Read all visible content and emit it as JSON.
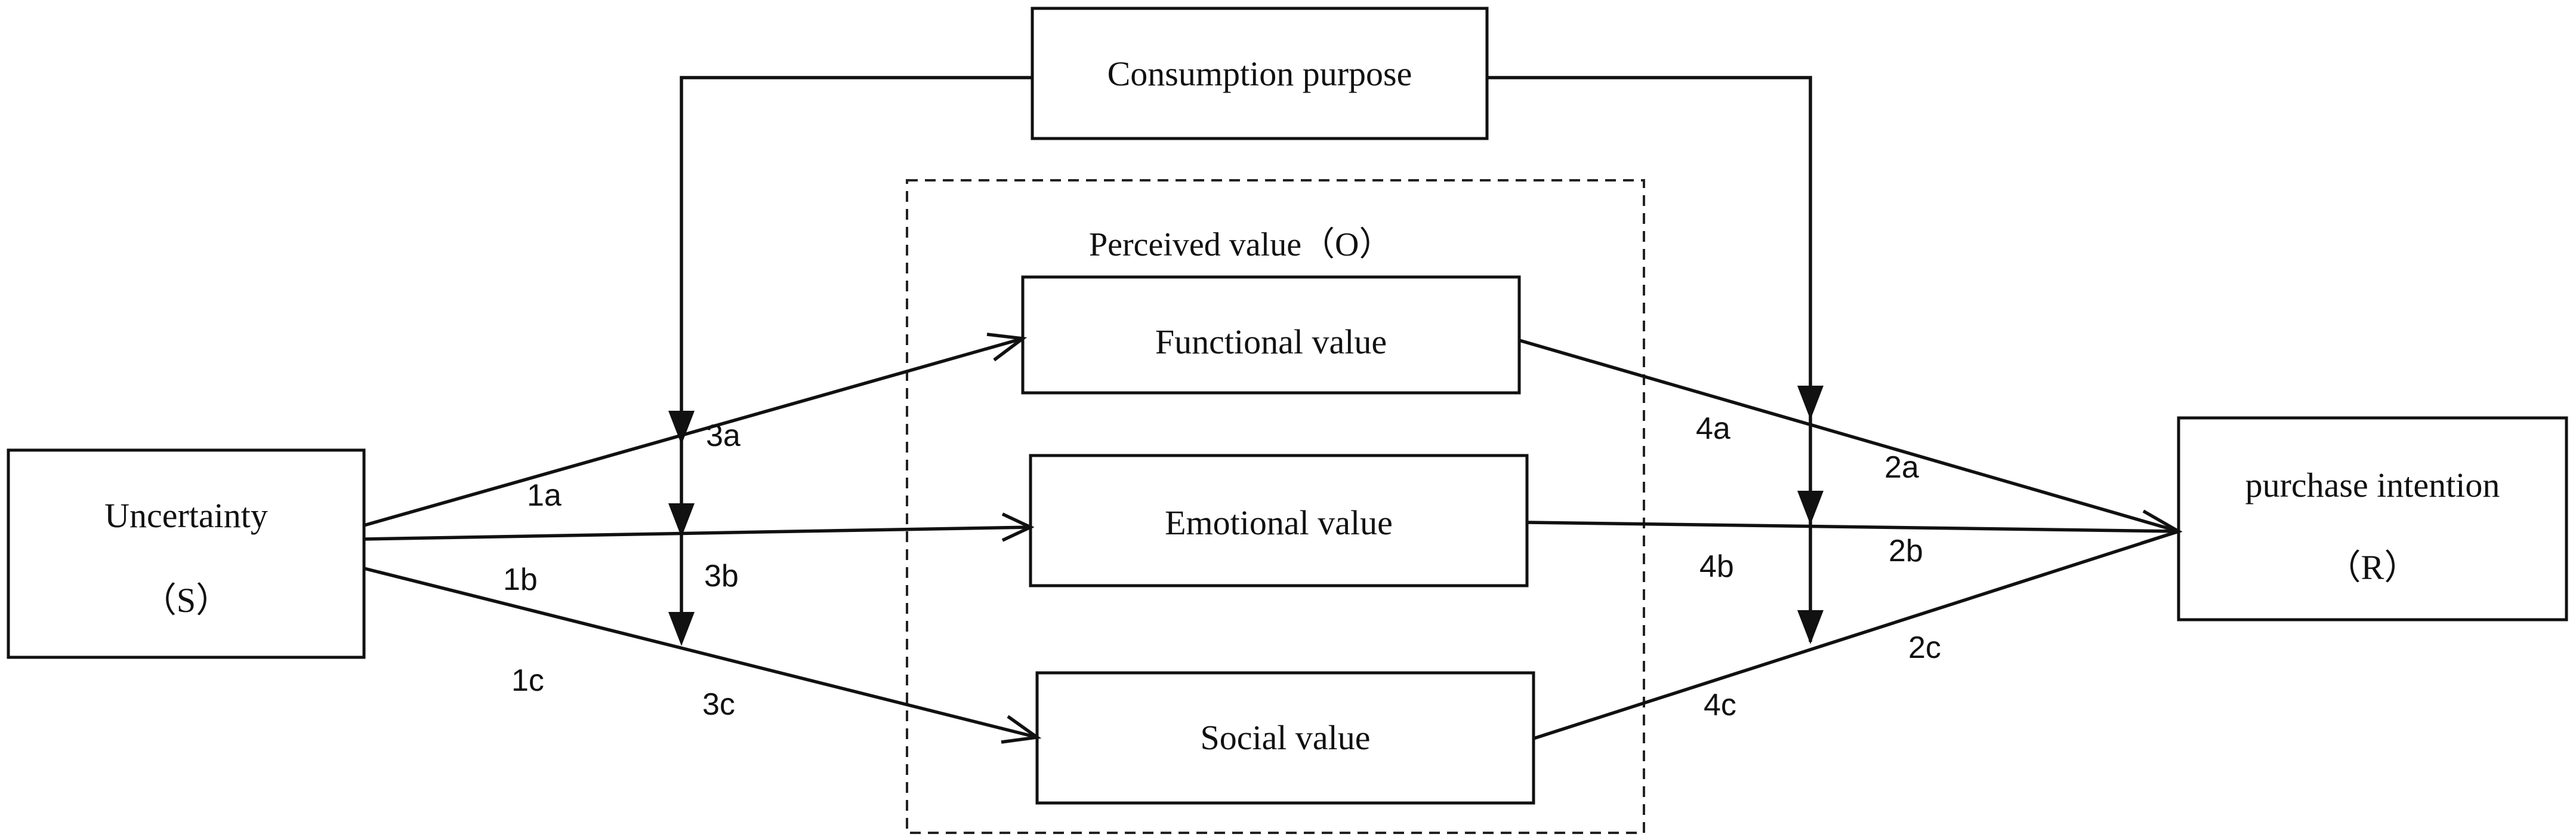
{
  "nodes": {
    "consumption_purpose": "Consumption purpose",
    "perceived_value": "Perceived value（O）",
    "functional_value": "Functional value",
    "emotional_value": "Emotional value",
    "social_value": "Social value",
    "uncertainty": "Uncertainty",
    "uncertainty_code": "（S）",
    "purchase_intention": "purchase intention",
    "purchase_intention_code": "（R）"
  },
  "paths": {
    "1a": "1a",
    "1b": "1b",
    "1c": "1c",
    "2a": "2a",
    "2b": "2b",
    "2c": "2c",
    "3a": "3a",
    "3b": "3b",
    "3c": "3c",
    "4a": "4a",
    "4b": "4b",
    "4c": "4c"
  }
}
